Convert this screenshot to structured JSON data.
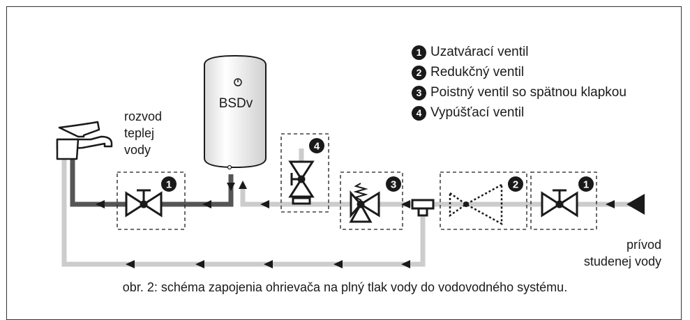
{
  "heater": {
    "label": "BSDv"
  },
  "legend": [
    {
      "num": "1",
      "text": "Uzatvárací ventil"
    },
    {
      "num": "2",
      "text": "Redukčný ventil"
    },
    {
      "num": "3",
      "text": "Poistný ventil so spätnou klapkou"
    },
    {
      "num": "4",
      "text": "Vypúšťací ventil"
    }
  ],
  "labels": {
    "hot_line1": "rozvod",
    "hot_line2": "teplej",
    "hot_line3": "vody",
    "cold_line1": "prívod",
    "cold_line2": "studenej vody"
  },
  "markers": {
    "v1a": "1",
    "v1b": "1",
    "v2": "2",
    "v3": "3",
    "v4": "4"
  },
  "caption": "obr. 2: schéma zapojenia ohrievača na plný tlak vody do vodovodného systému.",
  "colors": {
    "cold_pipe": "#cccccc",
    "hot_pipe": "#555555",
    "ink": "#1a1a1a"
  }
}
